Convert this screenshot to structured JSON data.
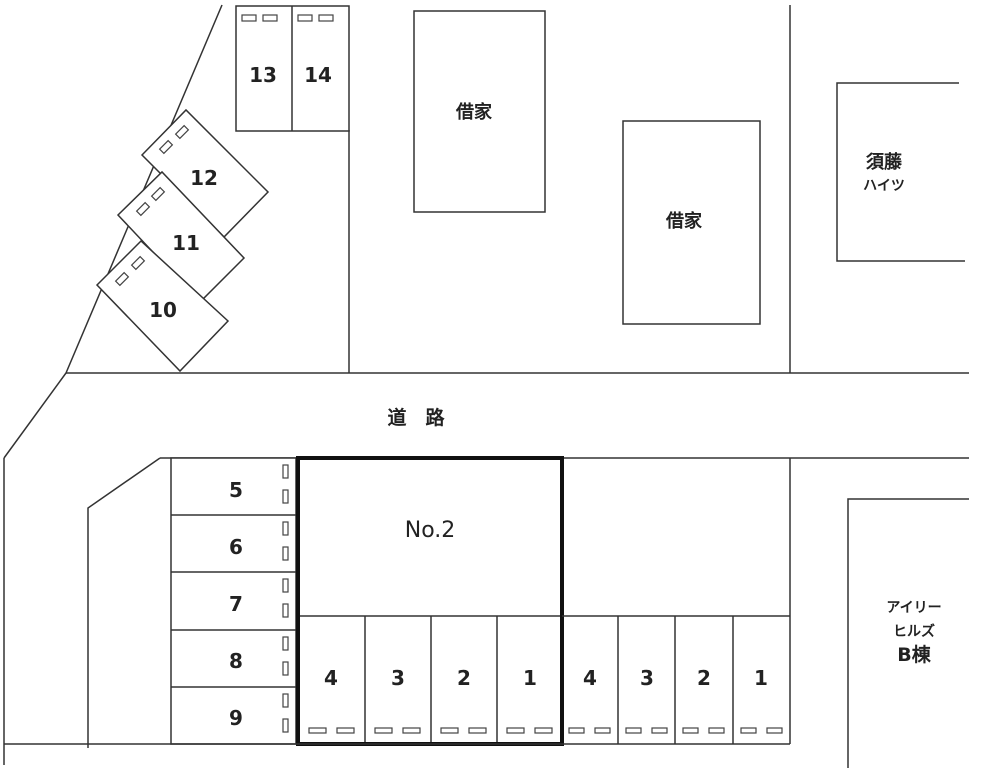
{
  "road_label": "道　路",
  "lot_name": "No.2",
  "buildings": {
    "rental_house_1": "借家",
    "rental_house_2": "借家",
    "sudo_heights": [
      "須藤",
      "ハイツ"
    ],
    "airy_hills_b": [
      "アイリー",
      "ヒルズ",
      "B棟"
    ]
  },
  "spaces": {
    "top_row": [
      "13",
      "14"
    ],
    "diagonal": [
      "12",
      "11",
      "10"
    ],
    "left_column": [
      "5",
      "6",
      "7",
      "8",
      "9"
    ],
    "lot_no2": [
      "4",
      "3",
      "2",
      "1"
    ],
    "lot_adjacent": [
      "4",
      "3",
      "2",
      "1"
    ]
  }
}
